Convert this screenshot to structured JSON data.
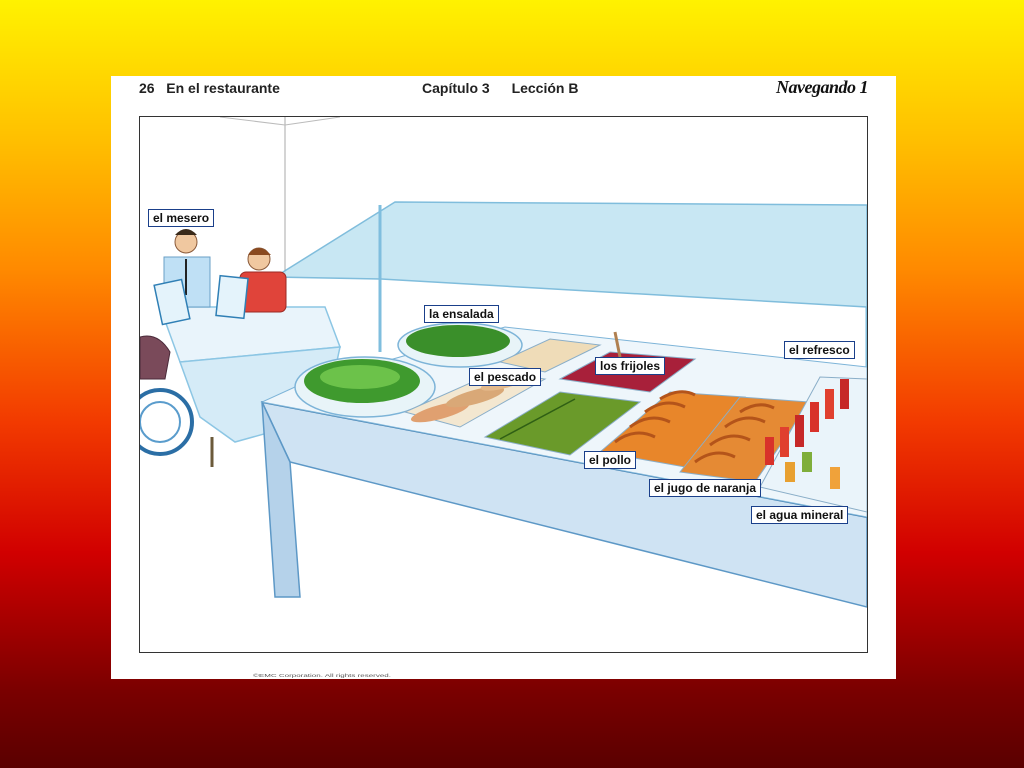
{
  "header": {
    "page_number": "26",
    "section_title": "En el restaurante",
    "chapter": "Capítulo 3",
    "lesson": "Lección B",
    "brand": "Navegando 1"
  },
  "labels": {
    "mesero": "el mesero",
    "ensalada": "la ensalada",
    "pescado": "el pescado",
    "frijoles": "los frijoles",
    "refresco": "el refresco",
    "pollo": "el pollo",
    "jugo": "el jugo de naranja",
    "agua": "el agua mineral"
  },
  "footer": "©EMC Corporation. All rights reserved.",
  "colors": {
    "label_border": "#1a3f8a",
    "glass": "#9fd3ea",
    "counter": "#c9ddef"
  }
}
